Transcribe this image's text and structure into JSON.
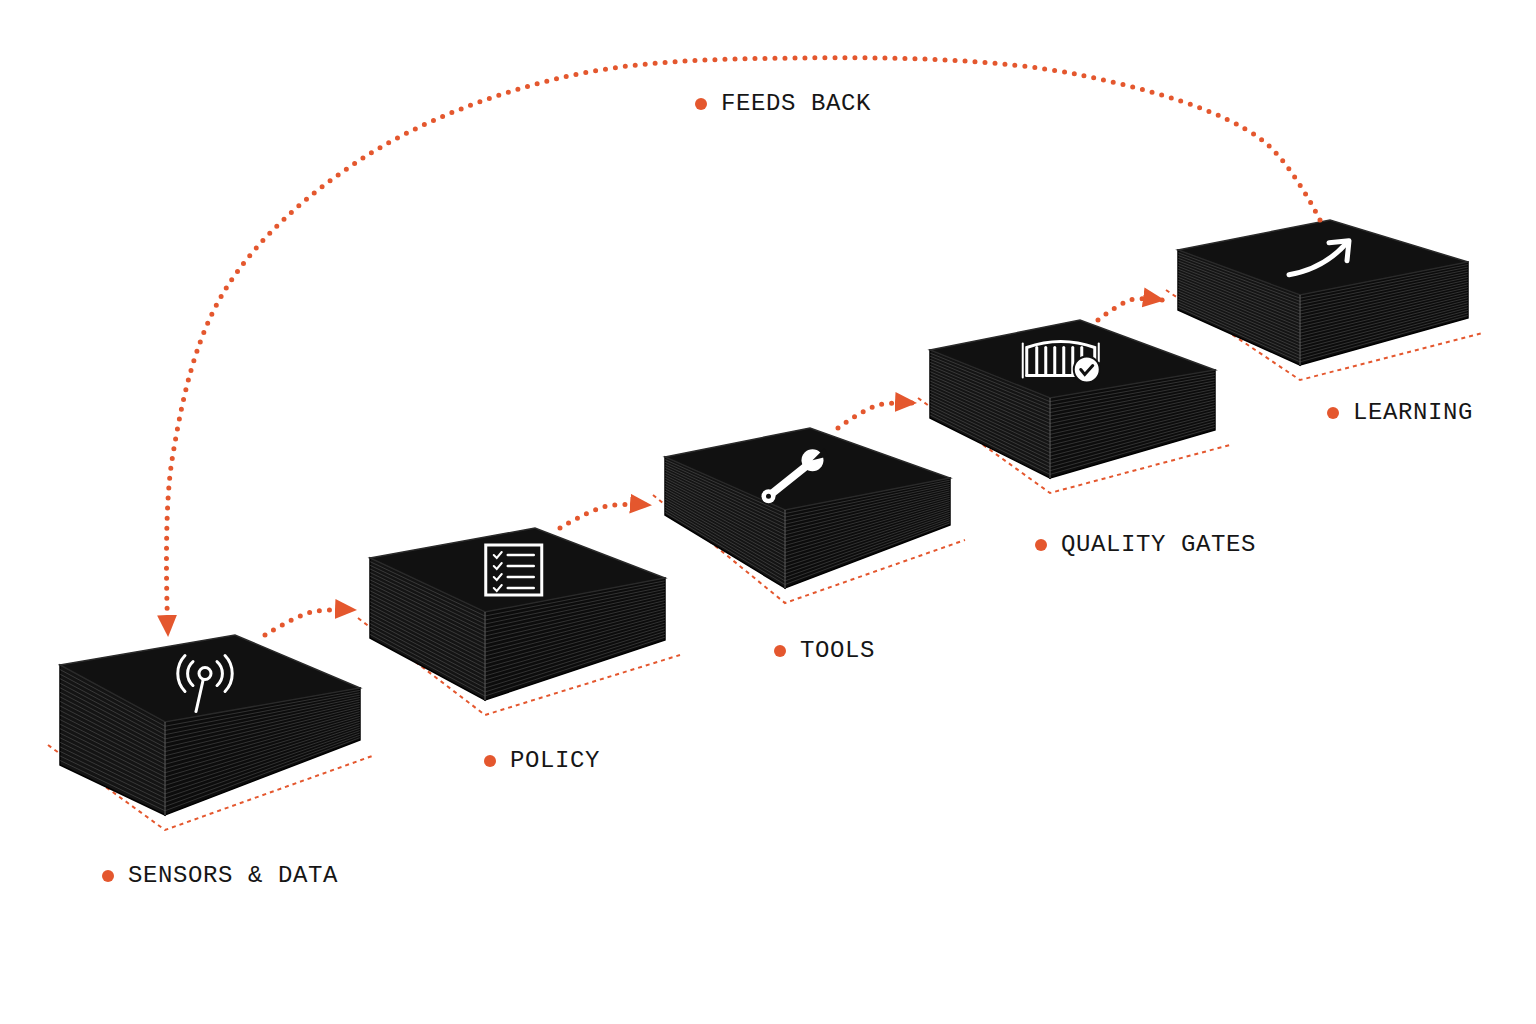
{
  "diagram": {
    "nodes": [
      {
        "text": [
          "SENSORS & DATA"
        ]
      },
      {
        "text": [
          "POLICY"
        ]
      },
      {
        "text": [
          "TOOLS"
        ]
      },
      {
        "text": [
          "QUALITY GATES"
        ]
      },
      {
        "text": [
          "LEARNING"
        ]
      }
    ],
    "edges": [
      {
        "from": 0,
        "to": 1,
        "arrow": "to"
      },
      {
        "from": 1,
        "to": 2,
        "arrow": "to"
      },
      {
        "from": 2,
        "to": 3,
        "arrow": "to"
      },
      {
        "from": 3,
        "to": 4,
        "arrow": "to"
      },
      {
        "from": 4,
        "to": 0,
        "label": "FEEDS BACK",
        "arrow": "to"
      }
    ]
  }
}
